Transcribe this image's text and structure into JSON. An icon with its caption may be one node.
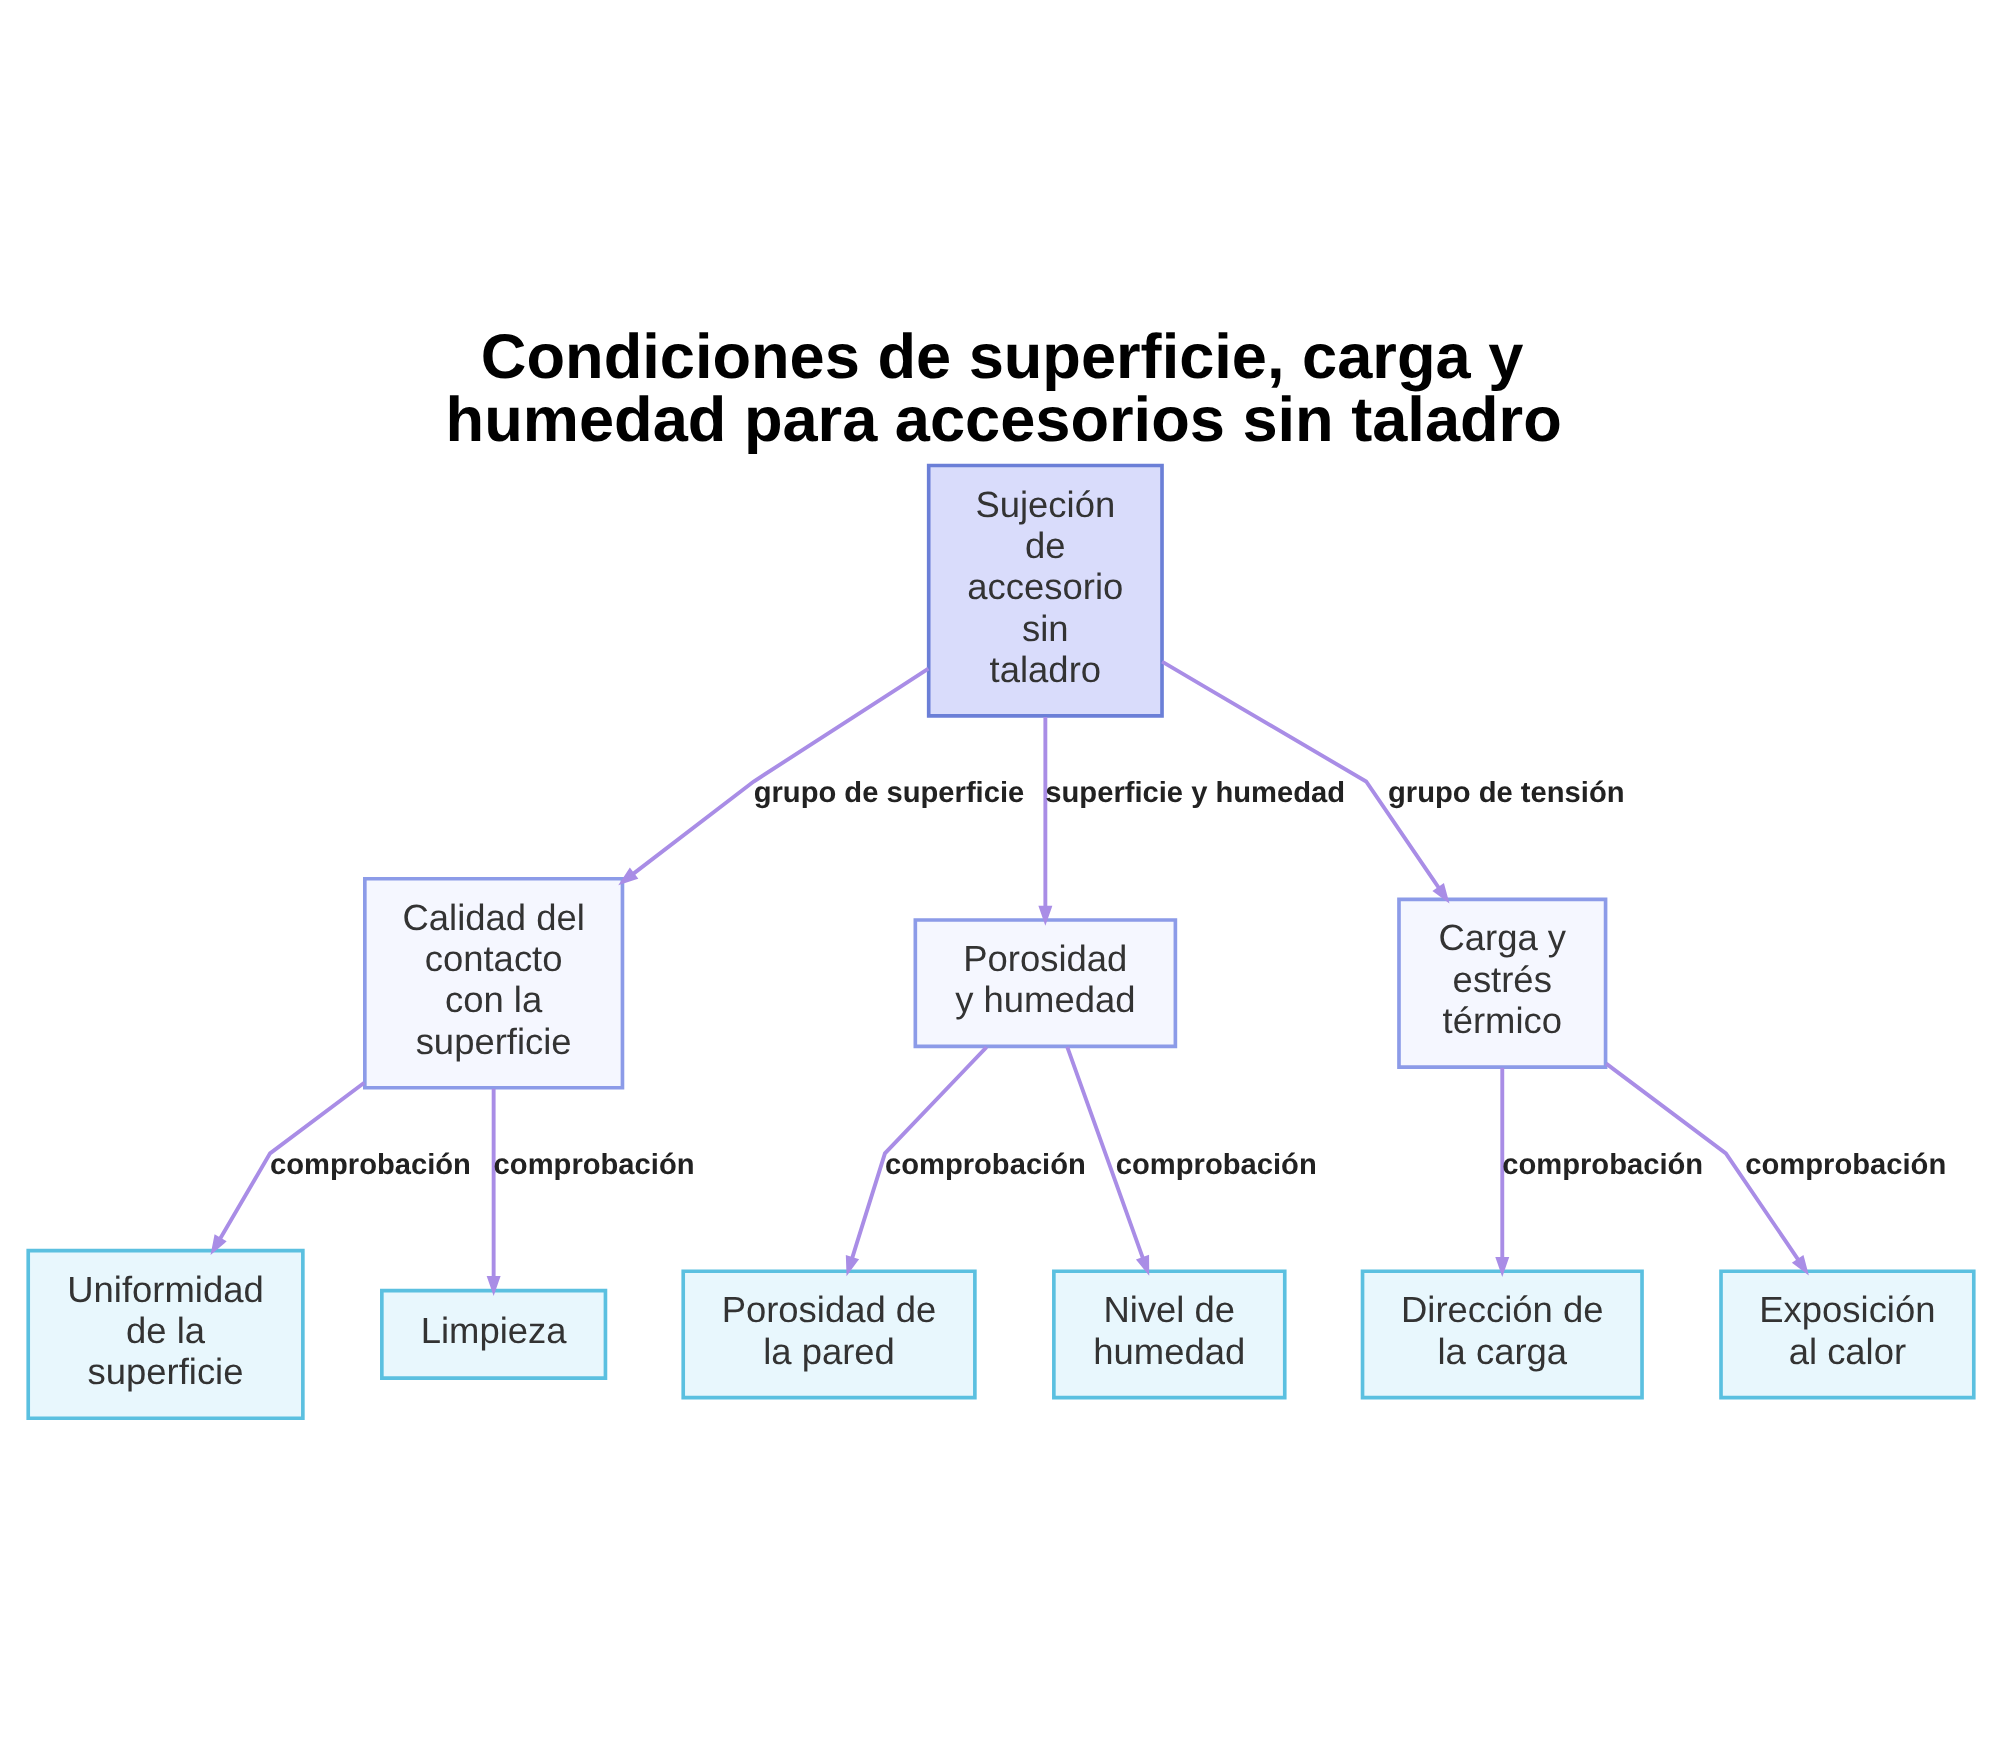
{
  "diagram": {
    "title": "Condiciones de superficie, carga y humedad para accesorios sin taladro",
    "nodes": [
      {
        "text": [
          "Sujeción de accesorio sin taladro"
        ]
      },
      {
        "text": [
          "Calidad del contacto con la superficie"
        ]
      },
      {
        "text": [
          "Porosidad y humedad"
        ]
      },
      {
        "text": [
          "Carga y estrés térmico"
        ]
      },
      {
        "text": [
          "Uniformidad de la superficie"
        ]
      },
      {
        "text": [
          "Limpieza"
        ]
      },
      {
        "text": [
          "Porosidad de la pared"
        ]
      },
      {
        "text": [
          "Nivel de humedad"
        ]
      },
      {
        "text": [
          "Dirección de la carga"
        ]
      },
      {
        "text": [
          "Exposición al calor"
        ]
      }
    ],
    "edges": [
      {
        "from": 0,
        "to": 1,
        "arrow": "to",
        "label": "grupo de superficie"
      },
      {
        "from": 0,
        "to": 2,
        "arrow": "to",
        "label": "superficie y humedad"
      },
      {
        "from": 0,
        "to": 3,
        "arrow": "to",
        "label": "grupo de tensión"
      },
      {
        "from": 1,
        "to": 4,
        "arrow": "to",
        "label": "comprobación"
      },
      {
        "from": 1,
        "to": 5,
        "arrow": "to",
        "label": "comprobación"
      },
      {
        "from": 2,
        "to": 6,
        "arrow": "to",
        "label": "comprobación"
      },
      {
        "from": 2,
        "to": 7,
        "arrow": "to",
        "label": "comprobación"
      },
      {
        "from": 3,
        "to": 8,
        "arrow": "to",
        "label": "comprobación"
      },
      {
        "from": 3,
        "to": 9,
        "arrow": "to",
        "label": "comprobación"
      }
    ]
  }
}
